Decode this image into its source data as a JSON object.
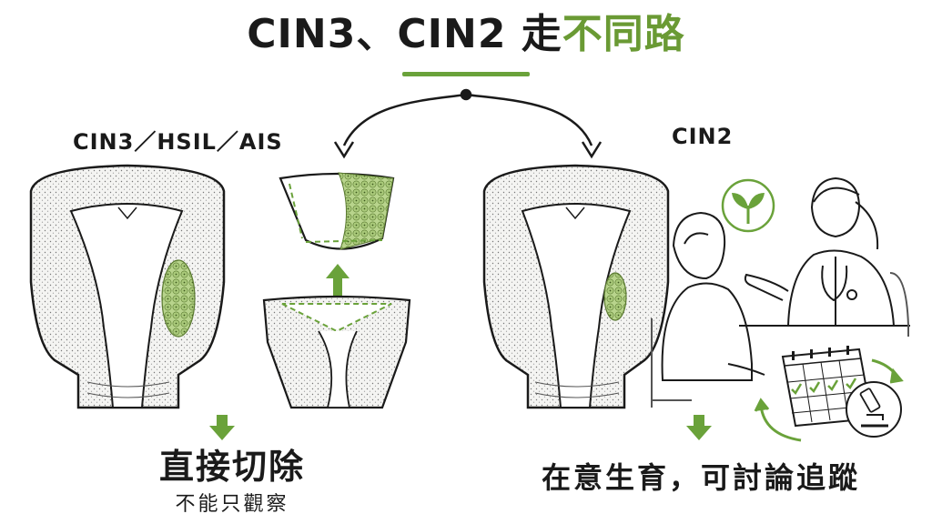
{
  "title": {
    "part1": "CIN3、CIN2 走",
    "part2": "不同路"
  },
  "colors": {
    "accent_green": "#6aa23a",
    "lesion_green": "#b8d48c",
    "line": "#1a1a1a"
  },
  "left": {
    "label": "CIN3／HSIL／AIS",
    "outcome": "直接切除",
    "note": "不能只觀察"
  },
  "right": {
    "label": "CIN2",
    "outcome": "在意生育，可討論追蹤"
  },
  "icons": [
    "sprout-icon",
    "calendar-icon",
    "microscope-icon",
    "down-arrow-icon",
    "up-arrow-icon",
    "cycle-arrows-icon"
  ]
}
